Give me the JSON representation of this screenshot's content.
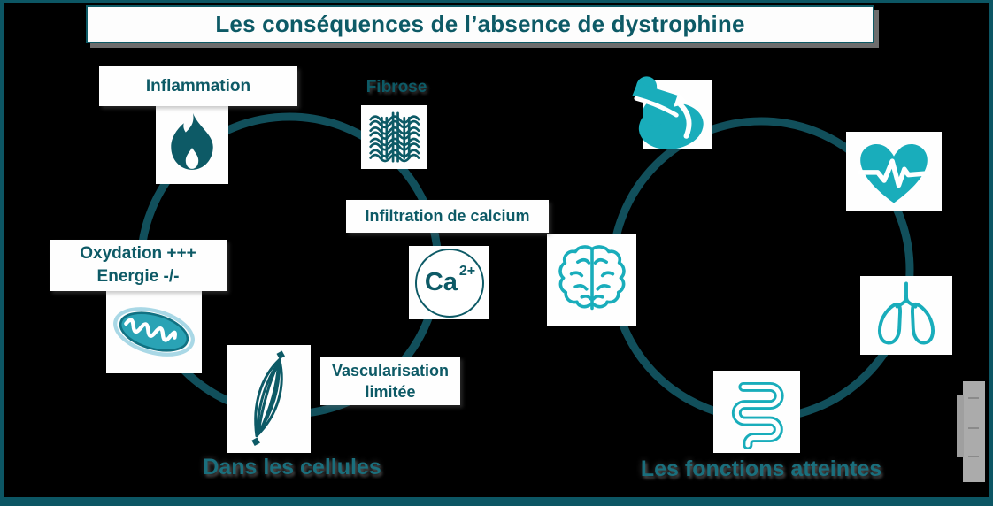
{
  "title": "Les conséquences de l’absence de dystrophine",
  "colors": {
    "dark_teal": "#0d5a66",
    "bright_teal": "#19adbb",
    "arc_teal": "#114f5b",
    "caption_teal": "#1a6f7d",
    "mito_fill": "#2aa3b5",
    "mito_stroke": "#117283",
    "mito_halo": "#a9d8e6",
    "background": "#000000",
    "frame_teal": "#0c5664",
    "watermark_gray": "#ababab"
  },
  "left_cycle": {
    "caption": "Dans les cellules",
    "items": [
      {
        "label": "Inflammation",
        "icon": "flame-icon"
      },
      {
        "label": "Fibrose",
        "icon": "fibrosis-weave-icon"
      },
      {
        "label": "Infiltration de calcium",
        "icon": "calcium-ion-icon",
        "symbol": "Ca",
        "charge": "2+"
      },
      {
        "label": "Vascularisation limitée",
        "icon": "muscle-fiber-icon"
      },
      {
        "label_line1": "Oxydation +++",
        "label_line2": "Energie -/-",
        "icon": "mitochondria-icon"
      }
    ]
  },
  "right_cycle": {
    "caption": "Les fonctions atteintes",
    "items": [
      {
        "icon": "biceps-icon"
      },
      {
        "icon": "heart-pulse-icon"
      },
      {
        "icon": "lungs-icon"
      },
      {
        "icon": "intestines-icon"
      },
      {
        "icon": "brain-icon"
      }
    ]
  }
}
